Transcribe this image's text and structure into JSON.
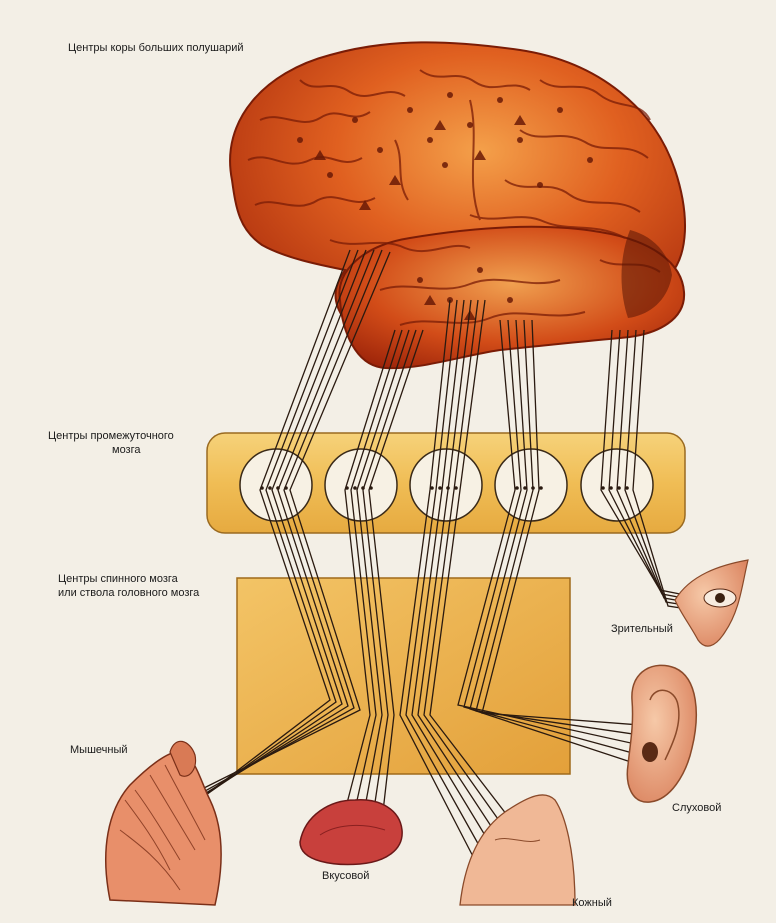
{
  "labels": {
    "cortex_centers": "Центры коры больших полушарий",
    "diencephalon_centers_line1": "Центры промежуточного",
    "diencephalon_centers_line2": "мозга",
    "spinal_centers_line1": "Центры спинного мозга",
    "spinal_centers_line2": "или ствола головного мозга",
    "visual": "Зрительный",
    "auditory": "Слуховой",
    "muscular": "Мышечный",
    "gustatory": "Вкусовой",
    "cutaneous": "Кожный"
  },
  "colors": {
    "background": "#f3efe6",
    "brain_dark": "#b8300f",
    "brain_mid": "#d94a17",
    "brain_light": "#ee8a3a",
    "band_fill": "#f0c25c",
    "box_fill": "#eeb34a",
    "circle_fill": "#f7f1e4",
    "line": "#2a1a10",
    "skin": "#e8a27f",
    "tongue": "#c43a3a"
  },
  "icons": [
    "brain-icon",
    "eye-icon",
    "ear-icon",
    "arm-muscle-icon",
    "tongue-icon",
    "skin-icon"
  ]
}
